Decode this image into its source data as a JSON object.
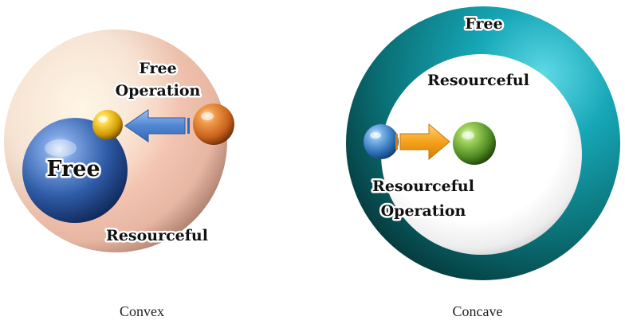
{
  "left_panel": {
    "caption": "Convex",
    "outer_label": "Resourceful",
    "inner_label": "Free",
    "operation_label_line1": "Free",
    "operation_label_line2": "Operation"
  },
  "right_panel": {
    "caption": "Concave",
    "outer_label": "Free",
    "inner_label": "Resourceful",
    "operation_label_line1": "Resourceful",
    "operation_label_line2": "Operation"
  },
  "colors": {
    "convex_outer": "#f2d9c6",
    "convex_inner": "#2e5aa8",
    "convex_gold": "#e5b800",
    "convex_orange": "#d9741f",
    "convex_arrow": "#5b8fd6",
    "concave_ring": "#0f7f85",
    "concave_inner": "#ffffff",
    "concave_blue": "#4f8fcf",
    "concave_green": "#6aa33a",
    "concave_arrow": "#f4a21f"
  }
}
